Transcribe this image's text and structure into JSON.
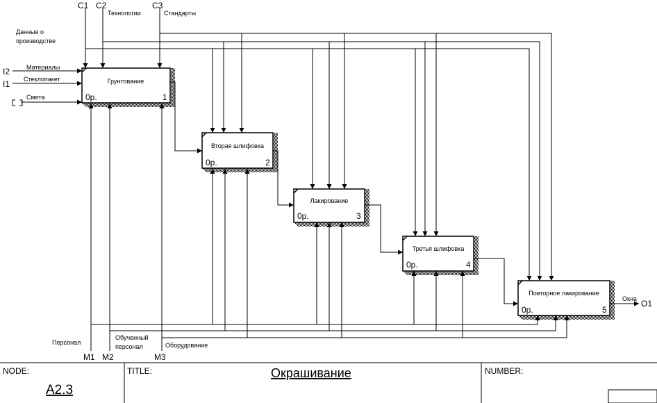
{
  "boundary_arrows": {
    "controls": [
      {
        "code": "C1",
        "label": "Данные о производстве"
      },
      {
        "code": "C2",
        "label": "Технологии"
      },
      {
        "code": "C3",
        "label": "Стандарты"
      }
    ],
    "inputs": [
      {
        "code": "I2",
        "label": "Материалы"
      },
      {
        "code": "I1",
        "label": "Стеклопакет"
      },
      {
        "code": "[]",
        "label": "Смета"
      }
    ],
    "mechanisms": [
      {
        "code": "M1",
        "label": "Персонал"
      },
      {
        "code": "M2",
        "label_line1": "Обученный",
        "label_line2": "персонал"
      },
      {
        "code": "M3",
        "label": "Оборудование"
      }
    ],
    "outputs": [
      {
        "code": "O1",
        "label": "Окна"
      }
    ]
  },
  "activities": [
    {
      "name": "Грунтование",
      "cost": "0р.",
      "number": "1"
    },
    {
      "name": "Вторая шлифовка",
      "cost": "0р.",
      "number": "2"
    },
    {
      "name": "Лакирование",
      "cost": "0р.",
      "number": "3"
    },
    {
      "name": "Третья шлифовка",
      "cost": "0р.",
      "number": "4"
    },
    {
      "name": "Повторное лакирование",
      "cost": "0р.",
      "number": "5"
    }
  ],
  "frame": {
    "node_label": "NODE:",
    "node_value": "A2.3",
    "title_label": "TITLE:",
    "title_value": "Окрашивание",
    "number_label": "NUMBER:"
  }
}
